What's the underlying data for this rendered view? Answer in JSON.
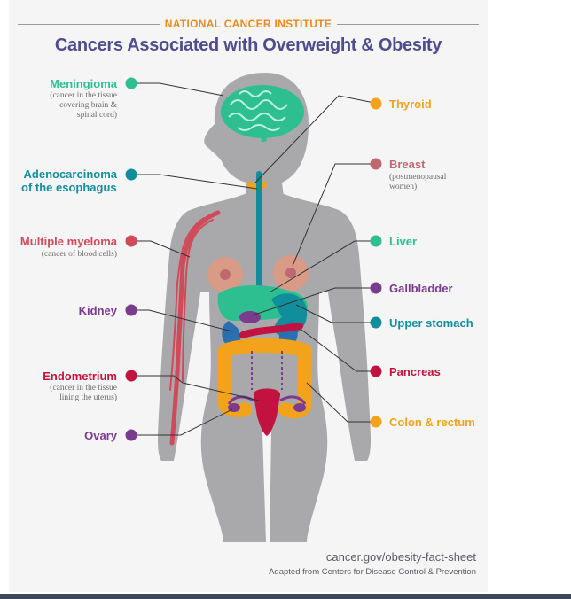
{
  "header": {
    "institute": "NATIONAL CANCER INSTITUTE",
    "title": "Cancers Associated with Overweight & Obesity"
  },
  "left_labels": {
    "meningioma": {
      "name": "Meningioma",
      "note": [
        "(cancer in the tissue",
        "covering brain &",
        "spinal cord)"
      ]
    },
    "esophagus": {
      "name": [
        "Adenocarcinoma",
        "of the esophagus"
      ]
    },
    "myeloma": {
      "name": "Multiple myeloma",
      "note": "(cancer of blood cells)"
    },
    "kidney": {
      "name": "Kidney"
    },
    "endometrium": {
      "name": "Endometrium",
      "note": [
        "(cancer in the tissue",
        "lining the uterus)"
      ]
    },
    "ovary": {
      "name": "Ovary"
    }
  },
  "right_labels": {
    "thyroid": {
      "name": "Thyroid"
    },
    "breast": {
      "name": "Breast",
      "note": [
        "(postmenopausal",
        "women)"
      ]
    },
    "liver": {
      "name": "Liver"
    },
    "gallbladder": {
      "name": "Gallbladder"
    },
    "upper_stomach": {
      "name": "Upper stomach"
    },
    "pancreas": {
      "name": "Pancreas"
    },
    "colon": {
      "name": "Colon & rectum"
    }
  },
  "footer": {
    "url": "cancer.gov/obesity-fact-sheet",
    "credit": "Adapted from Centers for Disease Control & Prevention"
  },
  "colors": {
    "teal_green": "#2ebf91",
    "teal_blue": "#118e9c",
    "red_pink": "#d14a5a",
    "purple": "#7b3b8e",
    "crimson": "#c2123f",
    "orange": "#f2a31b",
    "mauve": "#c0686f",
    "navy_title": "#4f4d8c",
    "body_gray": "#a9a9ab"
  }
}
